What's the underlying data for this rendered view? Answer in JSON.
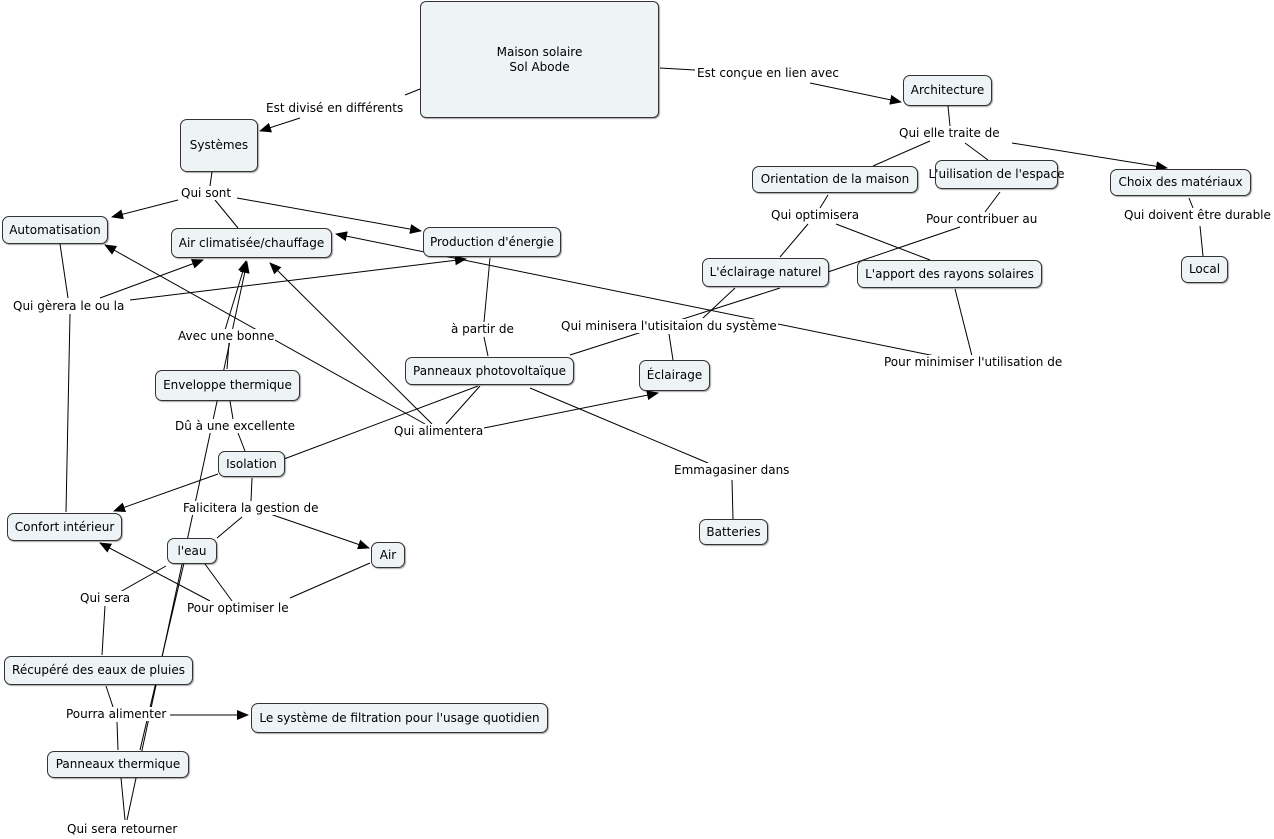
{
  "nodes": {
    "maison_l1": "Maison solaire",
    "maison_l2": "Sol Abode",
    "systemes": "Systèmes",
    "architecture": "Architecture",
    "automatisation": "Automatisation",
    "air_climatisee": "Air climatisée/chauffage",
    "production": "Production d'énergie",
    "orientation": "Orientation de la maison",
    "utilisation_espace": "L'uilisation de l'espace",
    "choix_materiaux": "Choix des matériaux",
    "local": "Local",
    "eclairage_naturel": "L'éclairage naturel",
    "apport_rayons": "L'apport des rayons solaires",
    "panneaux_pv": "Panneaux photovoltaïque",
    "eclairage": "Éclairage",
    "enveloppe": "Enveloppe thermique",
    "isolation": "Isolation",
    "confort": "Confort intérieur",
    "eau": "l'eau",
    "air": "Air",
    "batteries": "Batteries",
    "recupere": "Récupéré des eaux de pluies",
    "filtration": "Le système de filtration pour l'usage quotidien",
    "panneaux_thermique": "Panneaux thermique"
  },
  "links": {
    "conçue": "Est conçue en lien avec",
    "divise": "Est divisé en différents",
    "qui_sont": "Qui sont",
    "qui_traite": "Qui elle traite  de",
    "qui_optimisera": "Qui optimisera",
    "contribuer": "Pour contribuer au",
    "durable": "Qui doivent être durable",
    "gerera": "Qui gèrera le ou la",
    "a_partir": "à partir de",
    "minisera": "Qui minisera l'utisitaion du système",
    "minimiser": "Pour minimiser l'utilisation de",
    "bonne": "Avec une bonne",
    "excellente": "Dû à une excellente",
    "alimentera": "Qui alimentera",
    "emmagasiner": "Emmagasiner dans",
    "falicitera": "Falicitera la gestion de",
    "qui_sera": "Qui sera",
    "optimiser": "Pour optimiser le",
    "pourra": "Pourra alimenter",
    "retourner": "Qui sera retourner"
  }
}
